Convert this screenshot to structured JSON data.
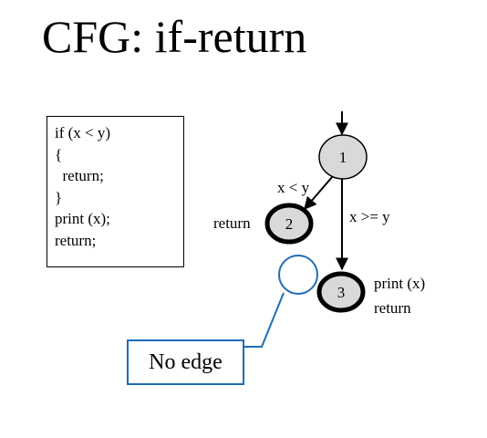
{
  "title": "CFG: if-return",
  "code": [
    "if (x < y)",
    "{",
    "  return;",
    "}",
    "print (x);",
    "return;"
  ],
  "nodes": [
    {
      "id": "1",
      "label": ""
    },
    {
      "id": "2",
      "label": "return"
    },
    {
      "id": "3",
      "label": "print (x)\nreturn"
    }
  ],
  "node_labels": {
    "n2": "return",
    "n3_line1": "print (x)",
    "n3_line2": "return"
  },
  "edges": [
    {
      "from": "1",
      "to": "2",
      "label": "x < y"
    },
    {
      "from": "1",
      "to": "3",
      "label": "x >= y"
    }
  ],
  "edge_labels": {
    "e12": "x < y",
    "e13": "x >= y"
  },
  "note": "No edge",
  "colors": {
    "node_fill": "#d9d9d9",
    "note_outline": "#1f6db5",
    "stroke": "#000000"
  }
}
